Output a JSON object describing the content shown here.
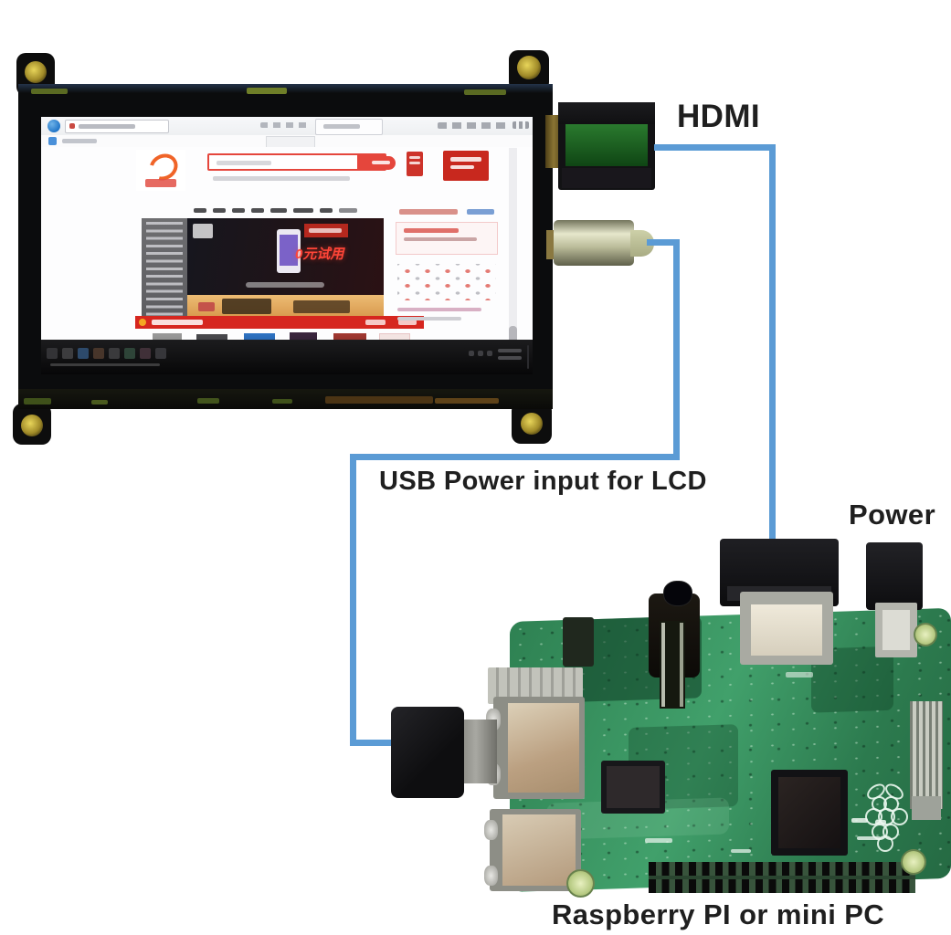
{
  "labels": {
    "hdmi": "HDMI",
    "usb_power": "USB Power input for LCD",
    "power": "Power",
    "raspberry_pi": "Raspberry PI or mini PC"
  },
  "colors": {
    "connector_line": "#5b9bd5",
    "pcb_green": "#37915d",
    "label_text": "#1f1f1f",
    "promo_red": "#ff4538",
    "site_accent_red": "#e5463c"
  },
  "lcd_display": {
    "screen": {
      "banner_promo_text": "0元试用"
    }
  },
  "connections": [
    {
      "label": "HDMI",
      "from": "lcd-hdmi-port",
      "to": "pi-hdmi-port"
    },
    {
      "label": "USB Power input for LCD",
      "from": "lcd-usb-power-port",
      "to": "pi-usb-port"
    },
    {
      "label": "Power",
      "to": "pi-power-port"
    }
  ]
}
